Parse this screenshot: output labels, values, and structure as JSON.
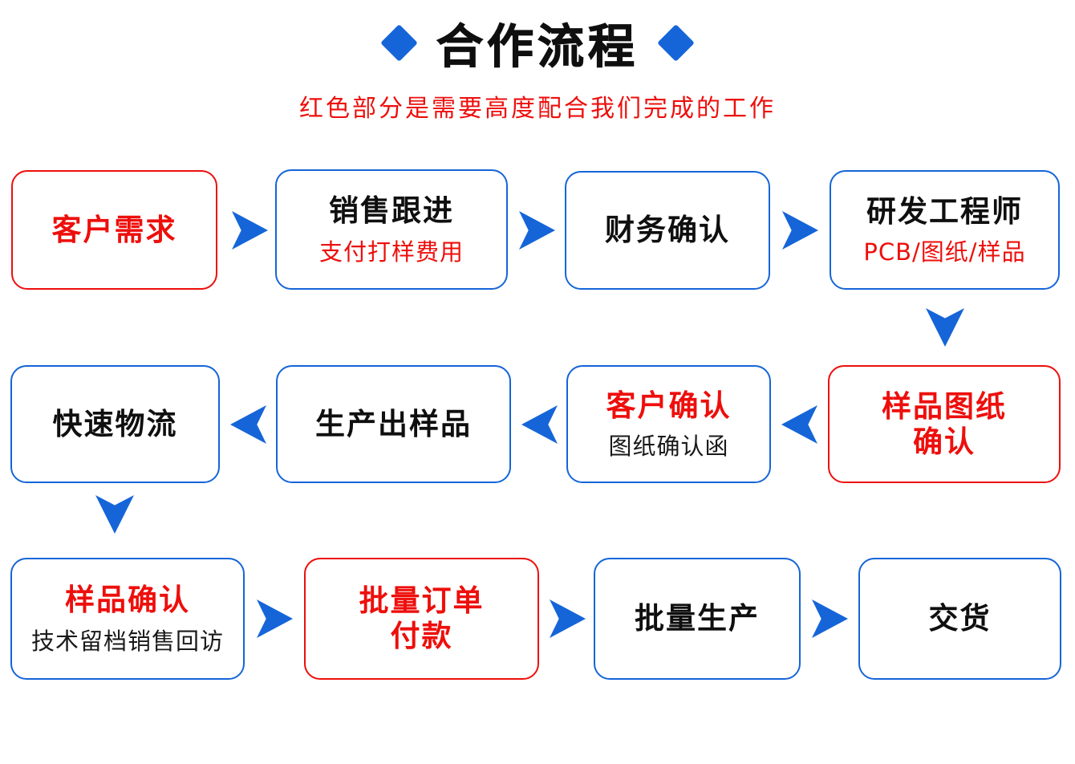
{
  "colors": {
    "blue": "#1565d8",
    "red": "#ed0f0c",
    "ink": "#0f0f0f"
  },
  "header": {
    "title": "合作流程",
    "subtitle": "红色部分是需要高度配合我们完成的工作"
  },
  "boxes": {
    "customer_demand": {
      "title": "客户需求"
    },
    "sales_follow_up": {
      "title": "销售跟进",
      "subtitle": "支付打样费用"
    },
    "finance_confirm": {
      "title": "财务确认"
    },
    "rd_engineer": {
      "title": "研发工程师",
      "subtitle": "PCB/图纸/样品"
    },
    "fast_logistics": {
      "title": "快速物流"
    },
    "produce_sample": {
      "title": "生产出样品"
    },
    "customer_confirm": {
      "title": "客户确认",
      "subtitle": "图纸确认函"
    },
    "sample_drawing_confirm": {
      "title": "样品图纸\n确认"
    },
    "sample_confirm": {
      "title": "样品确认",
      "subtitle": "技术留档销售回访"
    },
    "bulk_order_payment": {
      "title": "批量订单\n付款"
    },
    "bulk_production": {
      "title": "批量生产"
    },
    "delivery": {
      "title": "交货"
    }
  }
}
